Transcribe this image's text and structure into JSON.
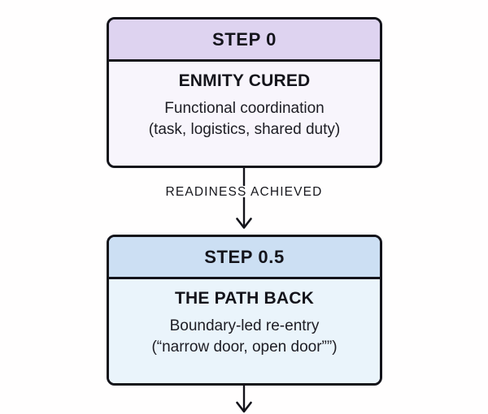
{
  "diagram": {
    "type": "flowchart",
    "background_color": "#fffefe",
    "stroke_color": "#13131a",
    "nodes": [
      {
        "id": "step-0",
        "header": "STEP 0",
        "header_color": "#ded3f0",
        "body_color": "#f8f5fc",
        "title": "ENMITY CURED",
        "desc_line_1": "Functional coordination",
        "desc_line_2": "(task, logistics, shared duty)"
      },
      {
        "id": "step-0-5",
        "header": "STEP 0.5",
        "header_color": "#ccdff3",
        "body_color": "#eaf4fb",
        "title": "THE PATH BACK",
        "desc_line_1": "Boundary-led re-entry",
        "desc_line_2": "(“narrow door, open door””)"
      }
    ],
    "edges": [
      {
        "id": "edge-readiness",
        "label": "READINESS ACHIEVED",
        "from": "step-0",
        "to": "step-0-5"
      },
      {
        "id": "edge-outgoing",
        "label": "",
        "from": "step-0-5",
        "to": ""
      }
    ]
  }
}
